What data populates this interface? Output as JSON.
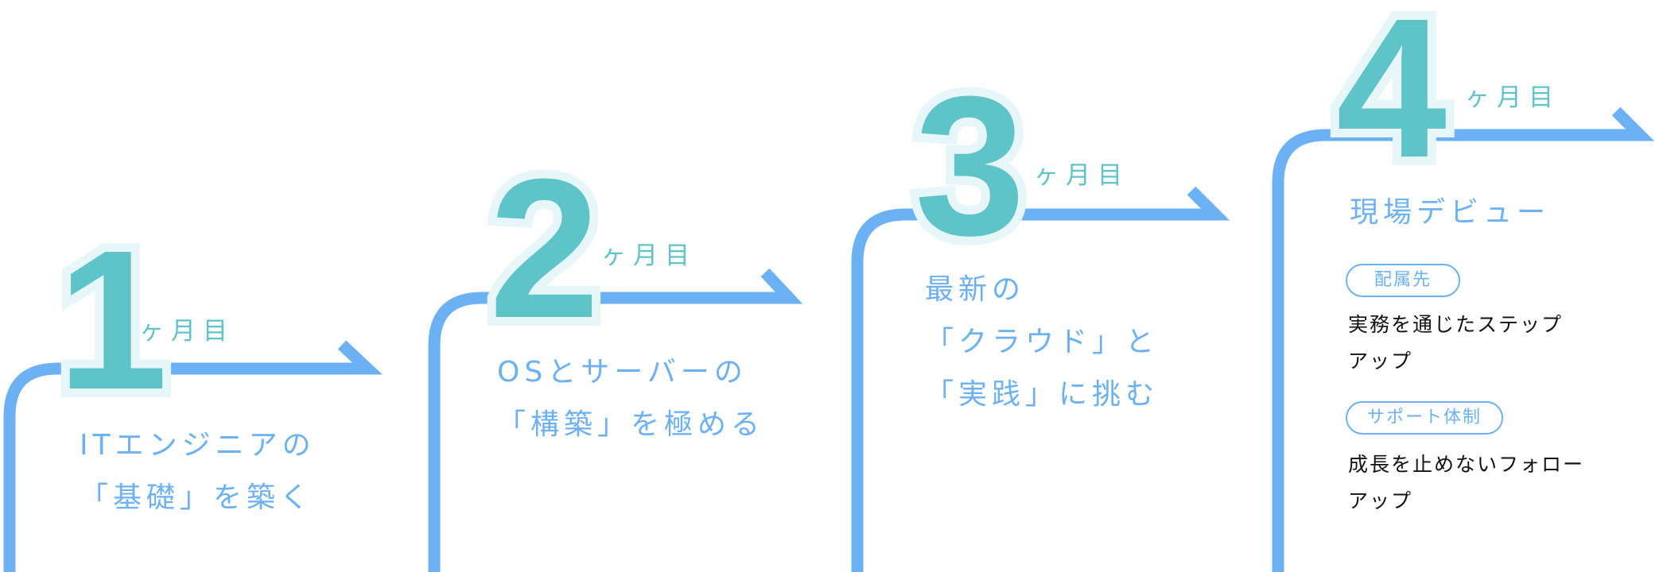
{
  "colors": {
    "line": "#6db1f5",
    "number": "#5ec4c8",
    "number_outline": "#e6f6f9"
  },
  "steps": [
    {
      "number": "1",
      "unit": "ヶ月目",
      "heading": [
        "ITエンジニアの",
        "「基礎」を築く"
      ]
    },
    {
      "number": "2",
      "unit": "ヶ月目",
      "heading": [
        "OSとサーバーの",
        "「構築」を極める"
      ]
    },
    {
      "number": "3",
      "unit": "ヶ月目",
      "heading": [
        "最新の",
        "「クラウド」と",
        "「実践」に挑む"
      ]
    },
    {
      "number": "4",
      "unit": "ヶ月目",
      "heading": [
        "現場デビュー"
      ],
      "details": [
        {
          "badge": "配属先",
          "text": [
            "実務を通じたステップ",
            "アップ"
          ]
        },
        {
          "badge": "サポート体制",
          "text": [
            "成長を止めないフォロー",
            "アップ"
          ]
        }
      ]
    }
  ]
}
